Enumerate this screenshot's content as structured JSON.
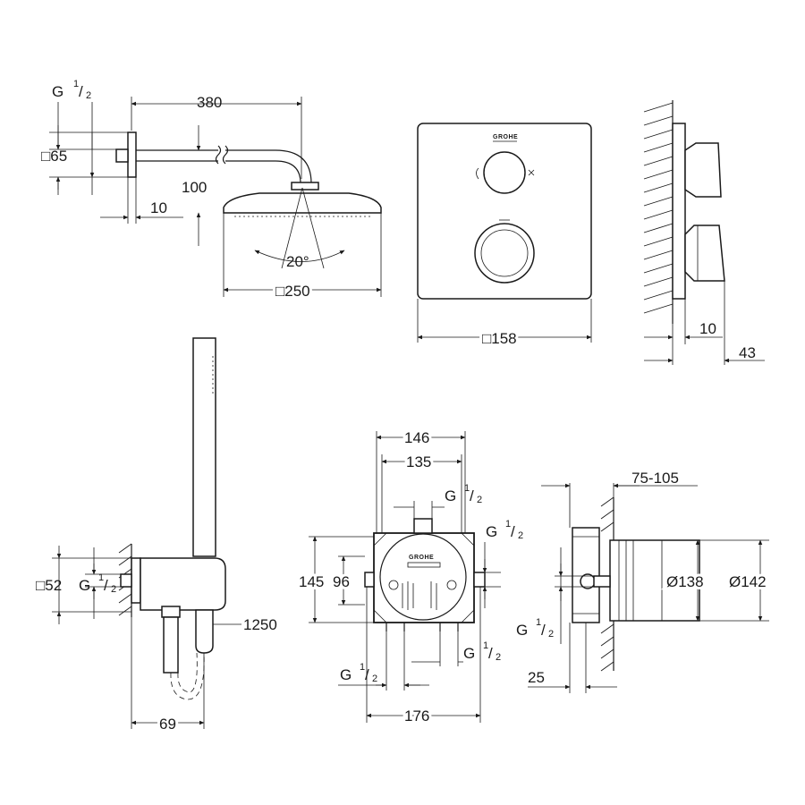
{
  "brand": {
    "logo_text": "GROHE"
  },
  "head_shower": {
    "thread_main": "G",
    "thread_sup": "1",
    "thread_sub": "2",
    "arm_length": "380",
    "flange_size": "□65",
    "drop": "100",
    "wall_gap": "10",
    "tilt_angle": "20°",
    "head_size": "□250"
  },
  "thermostat_plate": {
    "plate_size": "□158",
    "side_offset": "10",
    "side_depth": "43"
  },
  "hand_shower": {
    "elbow_size": "□52",
    "thread_main": "G",
    "thread_sup": "1",
    "thread_sub": "2",
    "hose_length": "1250",
    "projection": "69"
  },
  "rough_in_box": {
    "width_outer": "146",
    "width_inner": "135",
    "height_outer": "145",
    "height_inner": "96",
    "base_width": "176",
    "thread_top_main": "G",
    "thread_top_sup": "1",
    "thread_top_sub": "2",
    "thread_right_main": "G",
    "thread_right_sup": "1",
    "thread_right_sub": "2",
    "thread_bottom_right_main": "G",
    "thread_bottom_right_sup": "1",
    "thread_bottom_right_sub": "2",
    "thread_bottom_left_main": "G",
    "thread_bottom_left_sup": "1",
    "thread_bottom_left_sub": "2"
  },
  "rough_in_side": {
    "depth_range": "75-105",
    "diameter_inner": "Ø138",
    "diameter_outer": "Ø142",
    "thread_main": "G",
    "thread_sup": "1",
    "thread_sub": "2",
    "offset": "25"
  }
}
